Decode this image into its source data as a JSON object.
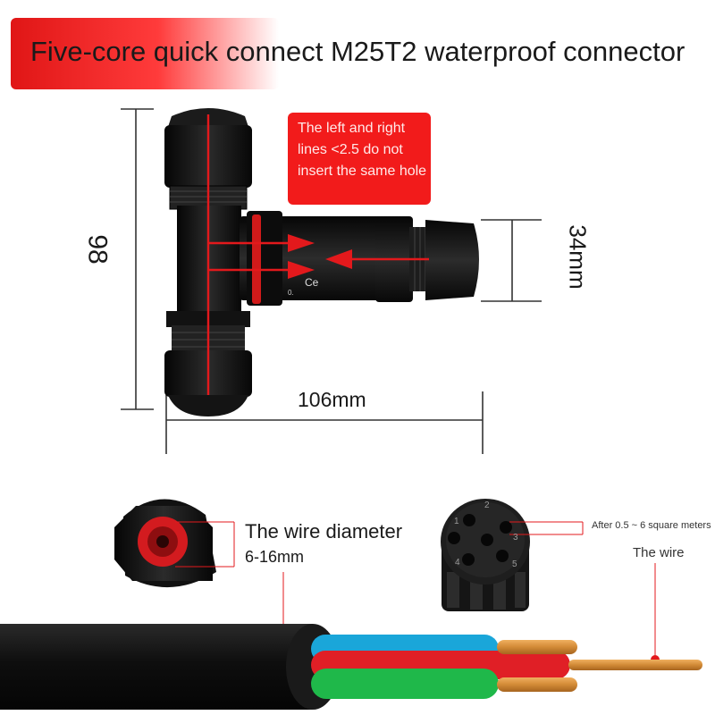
{
  "title": "Five-core quick connect M25T2 waterproof connector",
  "note": "The left and right lines <2.5 do not insert the same hole",
  "dimensions": {
    "height": "98",
    "diameter": "34mm",
    "length": "106mm"
  },
  "marking": {
    "ce": "Ce",
    "small": "0."
  },
  "gland": {
    "label": "The wire diameter",
    "range": "6-16mm"
  },
  "terminal": {
    "pins": [
      "1",
      "2",
      "3",
      "4",
      "5"
    ],
    "area_label": "After 0.5 ~ 6 square meters",
    "wire_label": "The wire"
  },
  "colors": {
    "accent_red": "#e3191c",
    "connector_black": "#141414",
    "wire_blue": "#1aa6d9",
    "wire_red": "#e01f26",
    "wire_green": "#1fb84a",
    "copper": "#d8923a"
  }
}
